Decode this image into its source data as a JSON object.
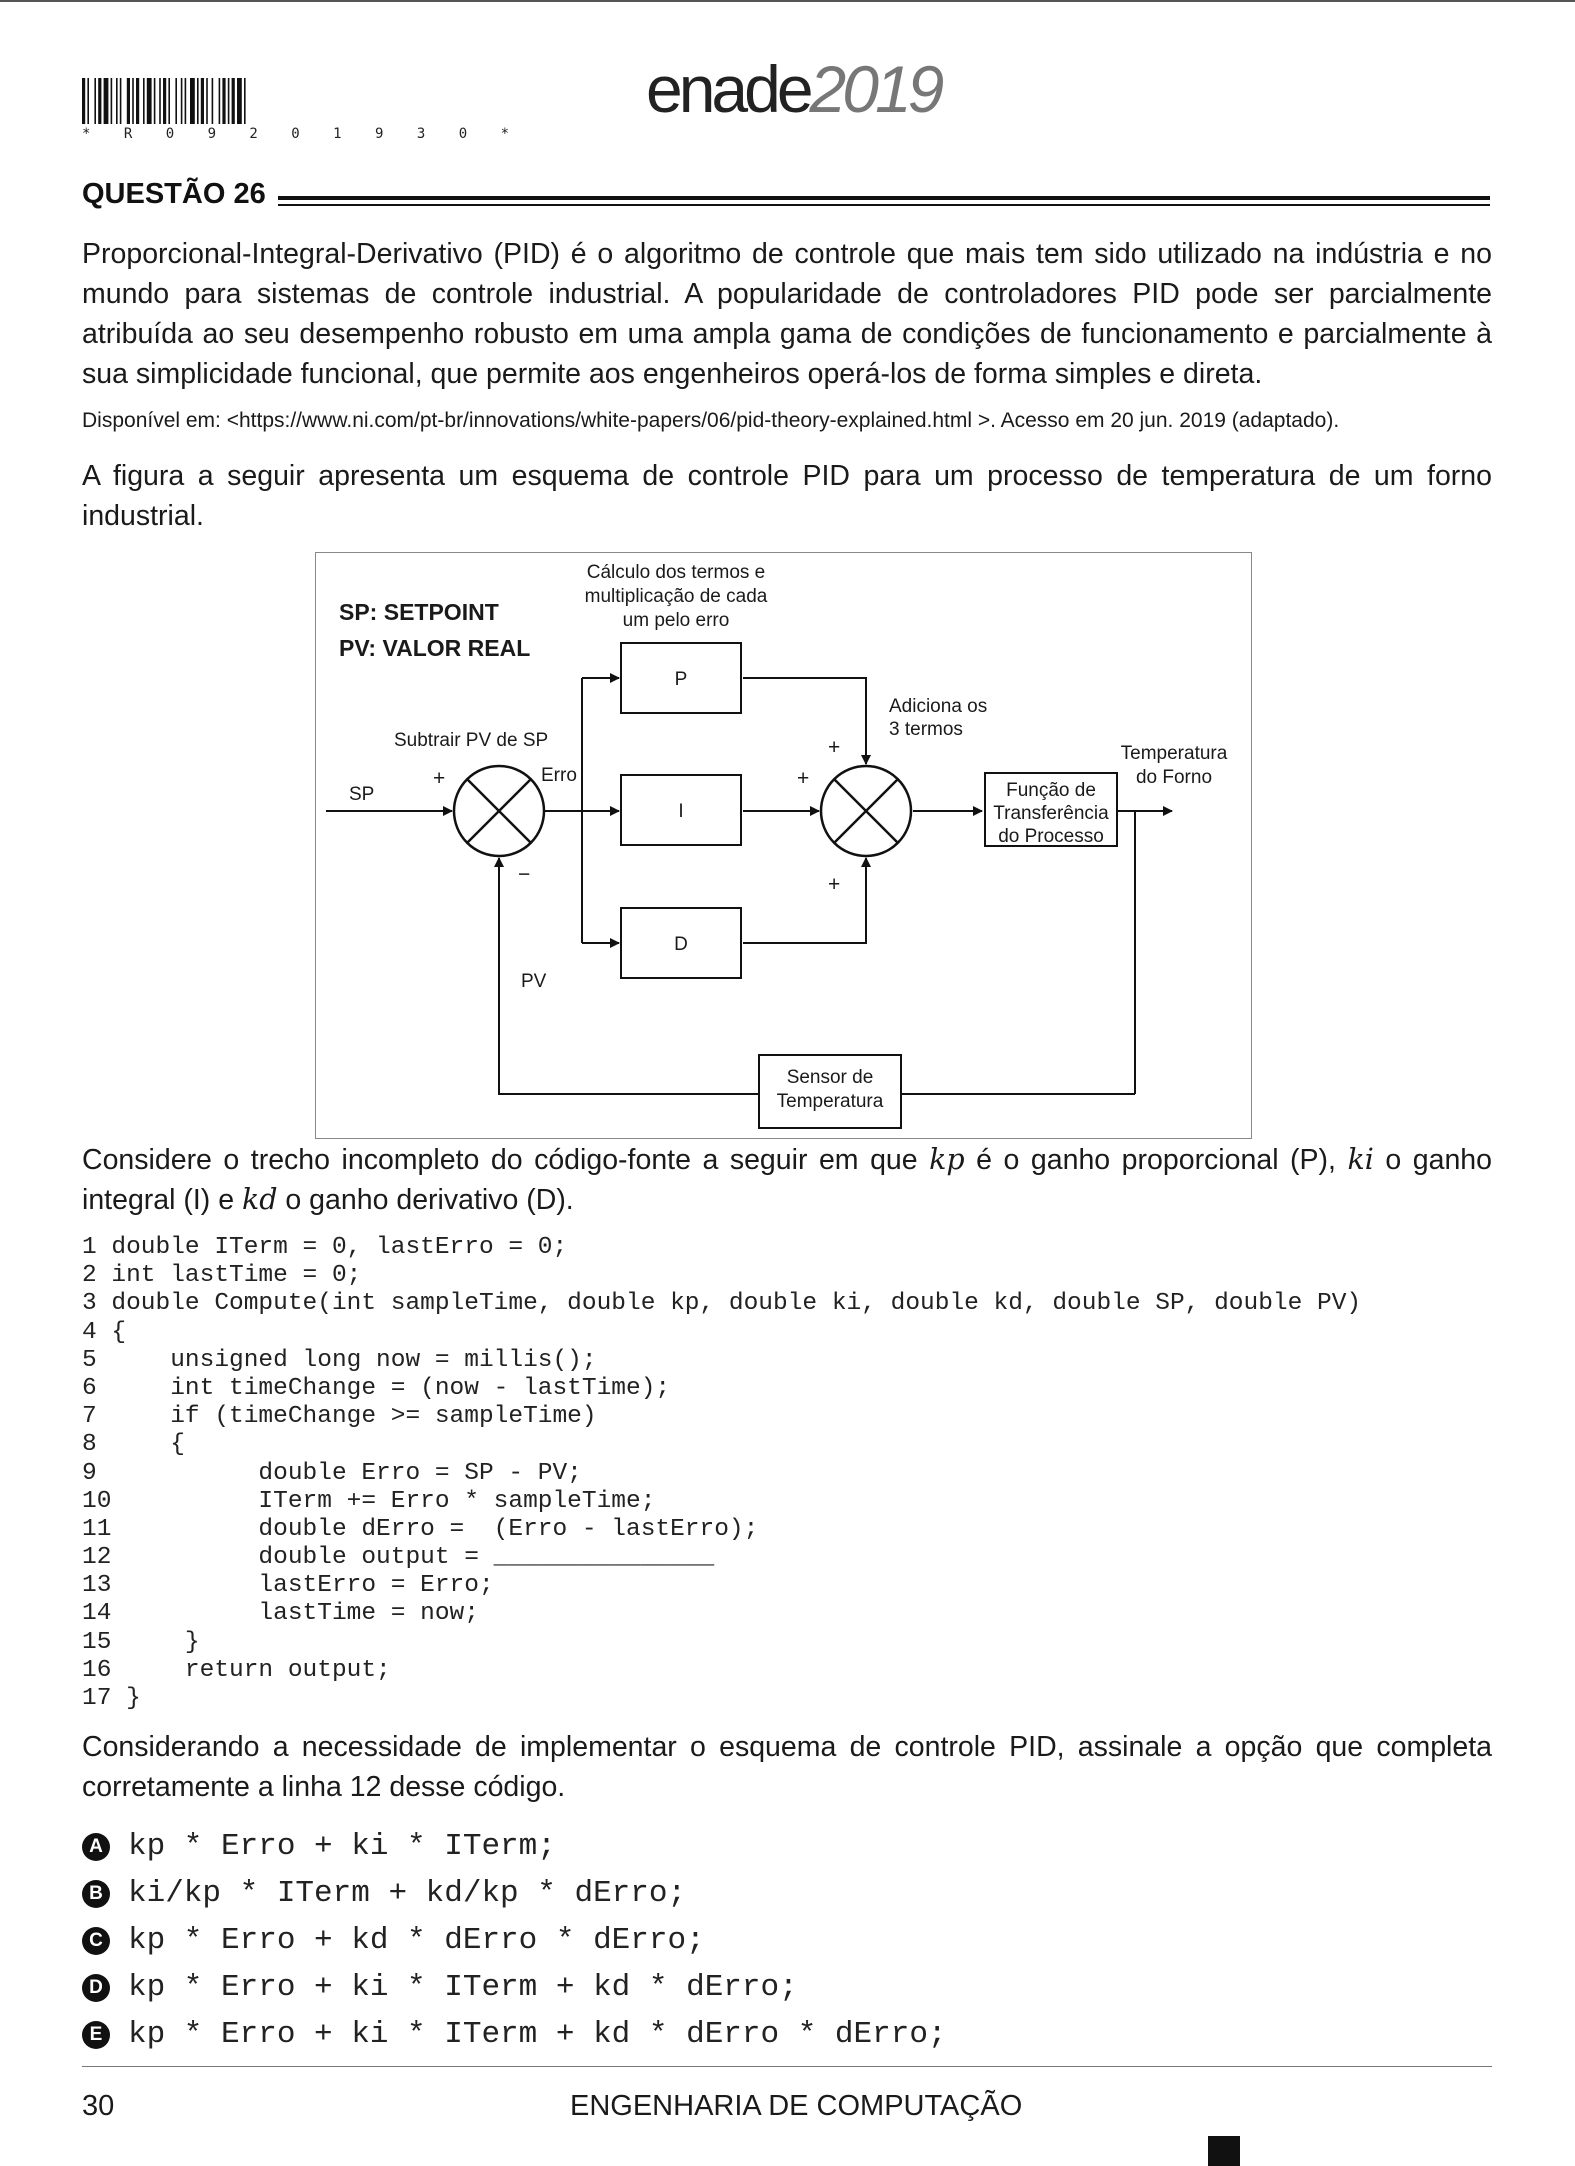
{
  "header": {
    "barcode_text": "* R 0 9 2 0 1 9 3 0 *",
    "logo_main": "enade",
    "logo_year": "2019"
  },
  "question": {
    "title": "QUESTÃO 26",
    "intro": "Proporcional-Integral-Derivativo (PID) é o algoritmo de controle que mais tem sido utilizado na indústria e no mundo para sistemas de controle industrial. A popularidade de controladores PID pode ser parcialmente atribuída ao seu desempenho robusto em uma ampla gama de condições de funcionamento e parcialmente à sua simplicidade funcional, que permite aos engenheiros operá-los de forma simples e direta.",
    "source": "Disponível em: <https://www.ni.com/pt-br/innovations/white-papers/06/pid-theory-explained.html >. Acesso em 20 jun. 2019 (adaptado).",
    "figure_intro": "A figura a seguir apresenta um esquema de controle PID para um processo de temperatura de um forno industrial.",
    "consider_a": "Considere o trecho incompleto do código-fonte a seguir em que ",
    "kp": "kp",
    "consider_b": " é o ganho proporcional (P), ",
    "ki": "ki",
    "consider_c": " o ganho integral (I) e ",
    "kd": "kd",
    "consider_d": " o ganho derivativo (D).",
    "final": "Considerando a necessidade de implementar o esquema de controle PID, assinale a opção que completa corretamente a linha 12 desse código."
  },
  "diagram": {
    "legend_sp": "SP: SETPOINT",
    "legend_pv": "PV: VALOR REAL",
    "calc_line1": "Cálculo dos termos e",
    "calc_line2": "multiplicação de cada",
    "calc_line3": "um pelo erro",
    "block_p": "P",
    "block_i": "I",
    "block_d": "D",
    "subtract_label": "Subtrair PV de SP",
    "sp_label": "SP",
    "erro_label": "Erro",
    "pv_label": "PV",
    "plus": "+",
    "minus": "−",
    "add_line1": "Adiciona os",
    "add_line2": "3 termos",
    "transfer_line1": "Função de",
    "transfer_line2": "Transferência",
    "transfer_line3": "do Processo",
    "temp_line1": "Temperatura",
    "temp_line2": "do Forno",
    "sensor_line1": "Sensor de",
    "sensor_line2": "Temperatura"
  },
  "code_lines": [
    "1 double ITerm = 0, lastErro = 0;",
    "2 int lastTime = 0;",
    "3 double Compute(int sampleTime, double kp, double ki, double kd, double SP, double PV)",
    "4 {",
    "5     unsigned long now = millis();",
    "6     int timeChange = (now - lastTime);",
    "7     if (timeChange >= sampleTime)",
    "8     {",
    "9           double Erro = SP - PV;",
    "10          ITerm += Erro * sampleTime;",
    "11          double dErro =  (Erro - lastErro);",
    "12          double output = _______________",
    "13          lastErro = Erro;",
    "14          lastTime = now;",
    "15     }",
    "16     return output;",
    "17 }"
  ],
  "options": [
    {
      "letter": "A",
      "text": "kp * Erro + ki * ITerm;"
    },
    {
      "letter": "B",
      "text": "ki/kp * ITerm + kd/kp * dErro;"
    },
    {
      "letter": "C",
      "text": "kp * Erro + kd * dErro * dErro;"
    },
    {
      "letter": "D",
      "text": "kp * Erro + ki * ITerm + kd * dErro;"
    },
    {
      "letter": "E",
      "text": "kp * Erro + ki * ITerm + kd * dErro * dErro;"
    }
  ],
  "footer": {
    "page_number": "30",
    "subject": "ENGENHARIA DE COMPUTAÇÃO"
  }
}
